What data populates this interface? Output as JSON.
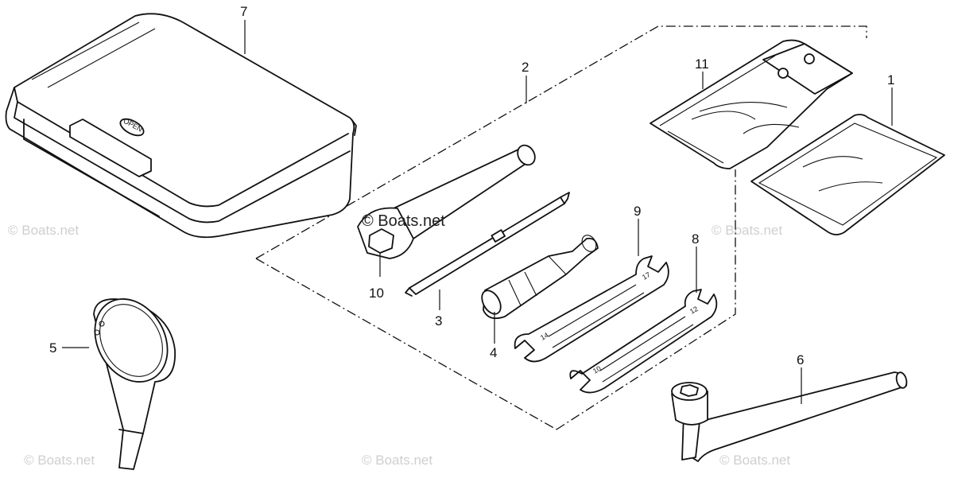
{
  "diagram": {
    "callouts": [
      "1",
      "2",
      "3",
      "4",
      "5",
      "6",
      "7",
      "8",
      "9",
      "10",
      "11"
    ],
    "case_emblem": "OPEN",
    "wrench_sizes": [
      "17",
      "14",
      "12",
      "10"
    ]
  },
  "watermarks": {
    "main": "© Boats.net",
    "repeat": "© Boats.net"
  }
}
